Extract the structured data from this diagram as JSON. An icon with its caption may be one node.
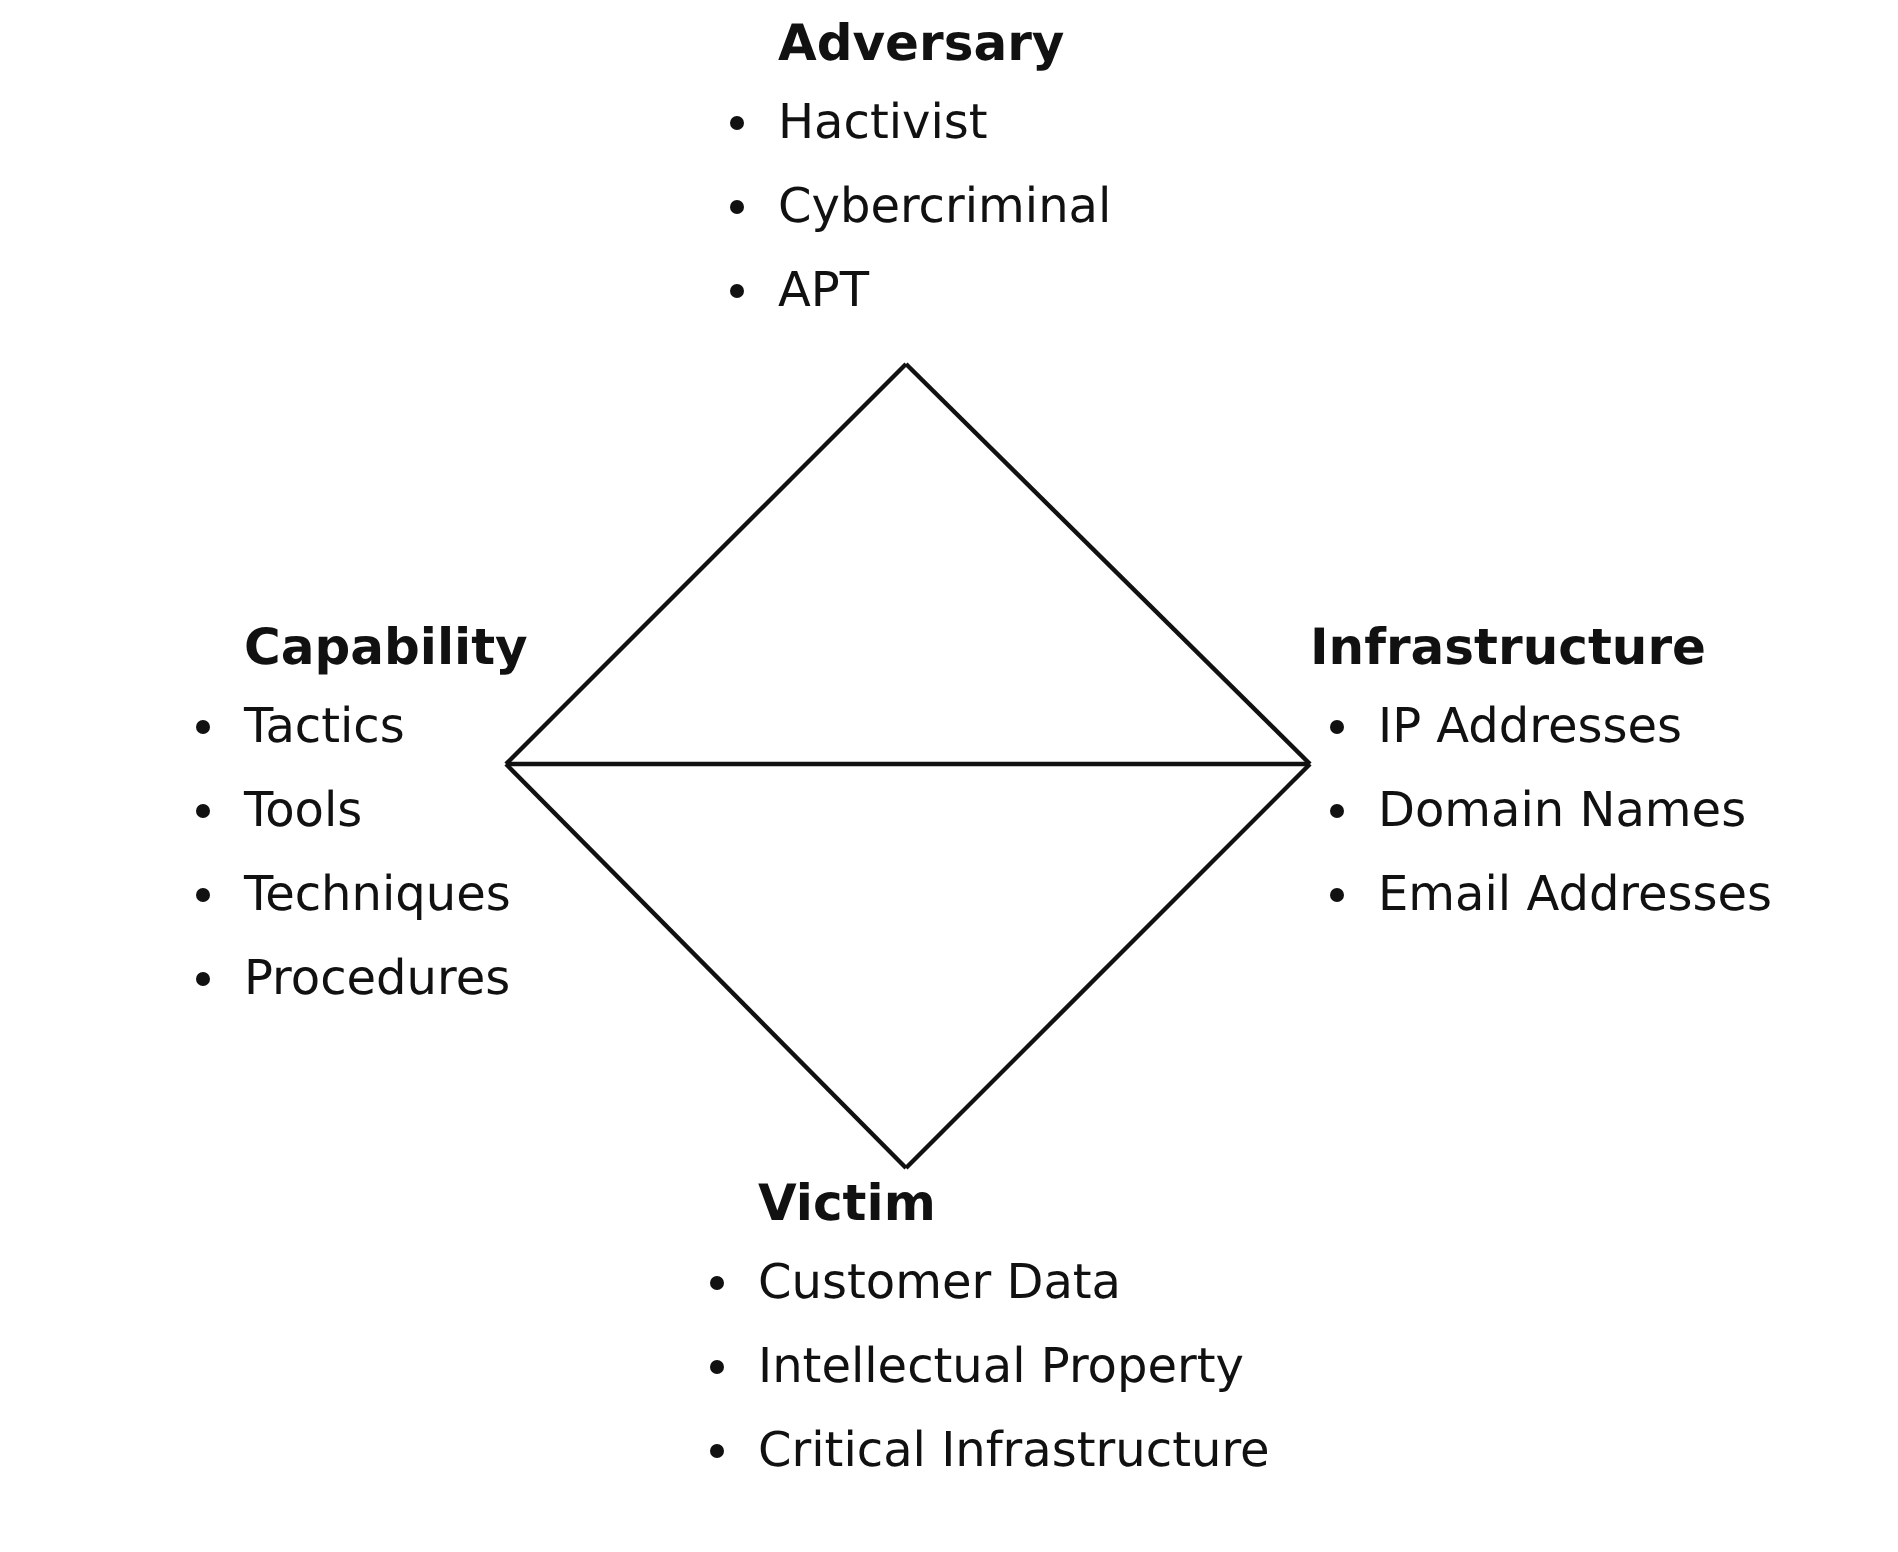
{
  "diagram": {
    "nodes": [
      {
        "text": [
          "Adversary",
          "Hactivist",
          "Cybercriminal",
          "APT"
        ]
      },
      {
        "text": [
          "Capability",
          "Tactics",
          "Tools",
          "Techniques",
          "Procedures"
        ]
      },
      {
        "text": [
          "Infrastructure",
          "IP Addresses",
          "Domain Names",
          "Email Addresses"
        ]
      },
      {
        "text": [
          "Victim",
          "Customer Data",
          "Intellectual Property",
          "Critical Infrastructure"
        ]
      }
    ],
    "edges": [
      {
        "from": 0,
        "to": 1,
        "arrow": "none"
      },
      {
        "from": 0,
        "to": 2,
        "arrow": "none"
      },
      {
        "from": 1,
        "to": 3,
        "arrow": "none"
      },
      {
        "from": 2,
        "to": 3,
        "arrow": "none"
      },
      {
        "from": 1,
        "to": 2,
        "arrow": "none"
      }
    ]
  }
}
